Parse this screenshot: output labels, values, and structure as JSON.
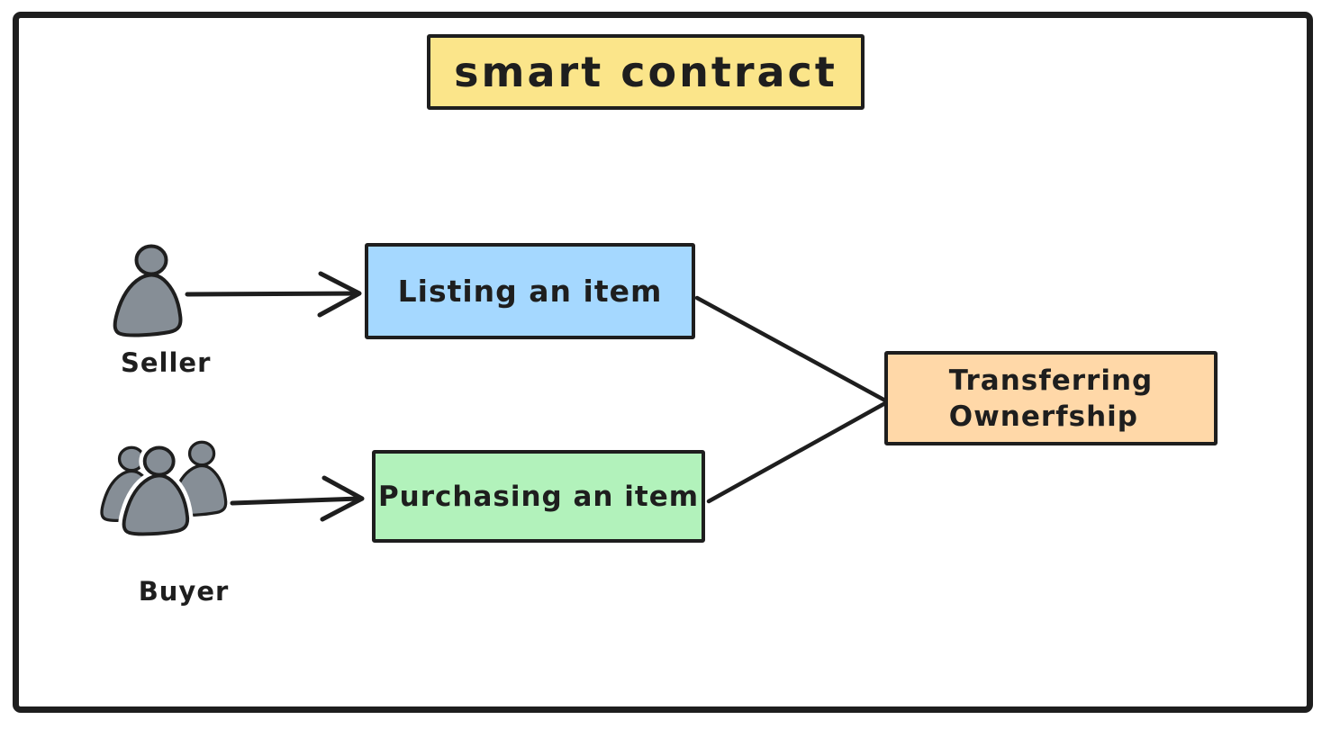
{
  "title": {
    "label": "smart contract"
  },
  "actors": {
    "seller": {
      "label": "Seller",
      "icon": "person-icon"
    },
    "buyer": {
      "label": "Buyer",
      "icon": "people-group-icon"
    }
  },
  "nodes": {
    "listing": {
      "label": "Listing an item"
    },
    "purchasing": {
      "label": "Purchasing an item"
    },
    "transferring": {
      "line1": "Transferring",
      "line2": "Ownerfship"
    }
  },
  "connections": [
    {
      "from": "seller",
      "to": "listing",
      "arrowhead": true
    },
    {
      "from": "buyer",
      "to": "purchasing",
      "arrowhead": true
    },
    {
      "from": "listing",
      "to": "transferring",
      "arrowhead": false
    },
    {
      "from": "purchasing",
      "to": "transferring",
      "arrowhead": false
    }
  ],
  "colors": {
    "frame-stroke": "#1e1e1e",
    "title-fill": "#fbe58a",
    "listing-fill": "#a5d8ff",
    "purchasing-fill": "#b2f2bb",
    "transferring-fill": "#ffd8a8",
    "actor-fill": "#868e96",
    "canvas-bg": "#ffffff"
  }
}
